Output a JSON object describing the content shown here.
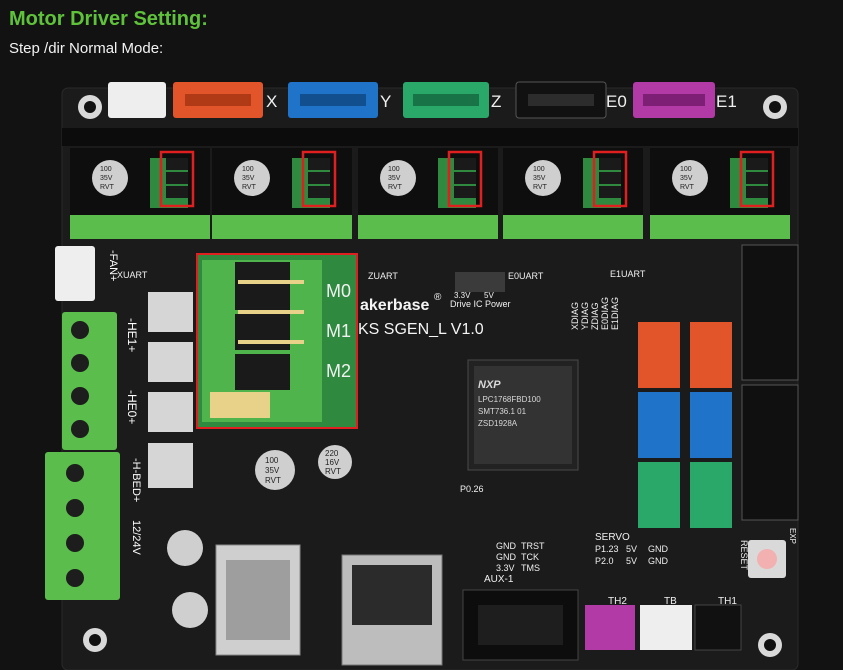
{
  "header": {
    "title": "Motor Driver Setting:",
    "subtitle": "Step /dir Normal Mode:"
  },
  "board": {
    "brand": "akerbase",
    "registered": "®",
    "model": "KS SGEN_L V1.0",
    "drive_ic_power": "Drive IC Power",
    "volt_33": "3.3V",
    "volt_5": "5V",
    "mcu_brand": "NXP",
    "mcu_line1": "LPC1768FBD100",
    "mcu_line2": "SMT736.1    01",
    "mcu_line3": "ZSD1928A"
  },
  "axes": [
    "X",
    "Y",
    "Z",
    "E0",
    "E1"
  ],
  "callout": {
    "m0": "M0",
    "m1": "M1",
    "m2": "M2"
  },
  "connectors": {
    "xuart": "XUART",
    "zuart": "ZUART",
    "e0uart": "E0UART",
    "e1uart": "E1UART",
    "fan": "-FAN+",
    "he1": "-HE1+",
    "he0": "-HE0+",
    "hbed": "-H-BED+",
    "power": "12/24V",
    "aux1": "AUX-1",
    "servo": "SERVO",
    "reset": "RESET",
    "th2": "TH2",
    "tb": "TB",
    "th1": "TH1",
    "p026": "P0.26",
    "p123": "P1.23",
    "p20": "P2.0",
    "exp": "EXP"
  },
  "pin_labels": {
    "gnd": "GND",
    "trst": "TRST",
    "tck": "TCK",
    "tms": "TMS",
    "v33": "3.3V",
    "v5": "5V"
  },
  "diag_labels": [
    "XDIAG",
    "YDIAG",
    "ZDIAG",
    "E0DIAG",
    "E1DIAG"
  ],
  "capacitor": {
    "line1": "100",
    "line2": "35V",
    "line3": "RVT"
  },
  "capacitor_small": {
    "line1": "220",
    "line2": "16V",
    "line3": "RVT"
  },
  "colors": {
    "title": "#5fc23a",
    "pcb": "#1b1b1b",
    "terminal_green": "#5bbd4c",
    "header_red": "#e2552b",
    "header_blue": "#1f74c9",
    "header_green": "#2aa86a",
    "header_magenta": "#b23aa6",
    "highlight": "#e02020"
  }
}
